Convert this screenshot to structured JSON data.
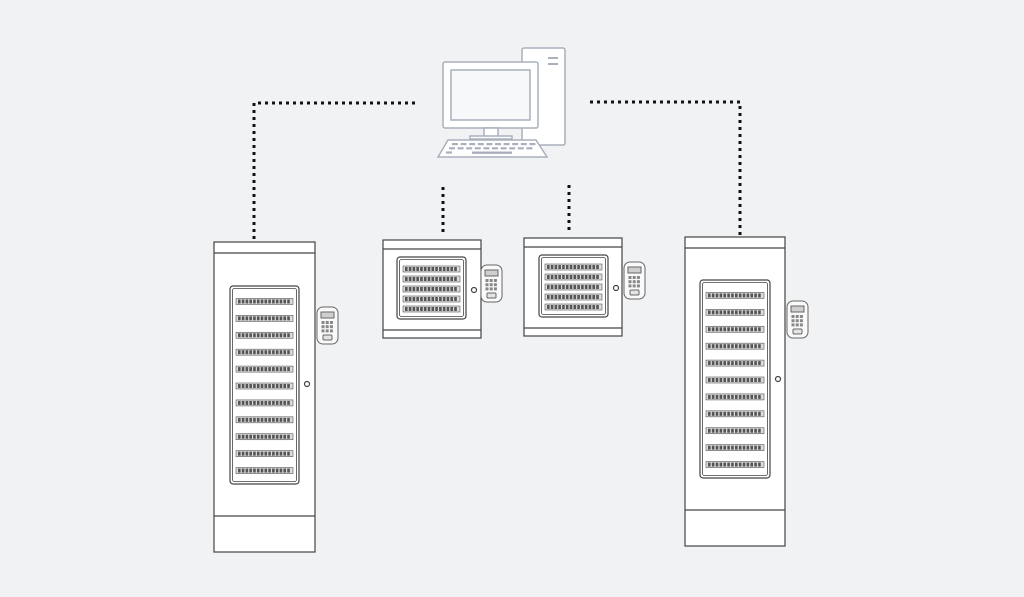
{
  "colors": {
    "background": "#f1f2f4",
    "cabinet_fill": "#ffffff",
    "cabinet_stroke": "#444444",
    "computer_stroke": "#a9b0bc",
    "connector": "#111111",
    "key_slot": "#555555"
  },
  "diagram": {
    "hub": {
      "name": "computer",
      "icon": "desktop-computer-icon"
    },
    "connection_style": "dotted",
    "nodes": [
      {
        "name": "key-cabinet-large-left",
        "type": "tall-key-cabinet",
        "icon": "key-cabinet-icon",
        "reader_icon": "card-reader-icon",
        "key_rows": 11
      },
      {
        "name": "key-cabinet-small-center-left",
        "type": "wall-key-cabinet",
        "icon": "key-cabinet-icon",
        "reader_icon": "card-reader-icon",
        "key_rows": 5
      },
      {
        "name": "key-cabinet-small-center-right",
        "type": "wall-key-cabinet",
        "icon": "key-cabinet-icon",
        "reader_icon": "card-reader-icon",
        "key_rows": 5
      },
      {
        "name": "key-cabinet-large-right",
        "type": "tall-key-cabinet",
        "icon": "key-cabinet-icon",
        "reader_icon": "card-reader-icon",
        "key_rows": 11
      }
    ]
  }
}
